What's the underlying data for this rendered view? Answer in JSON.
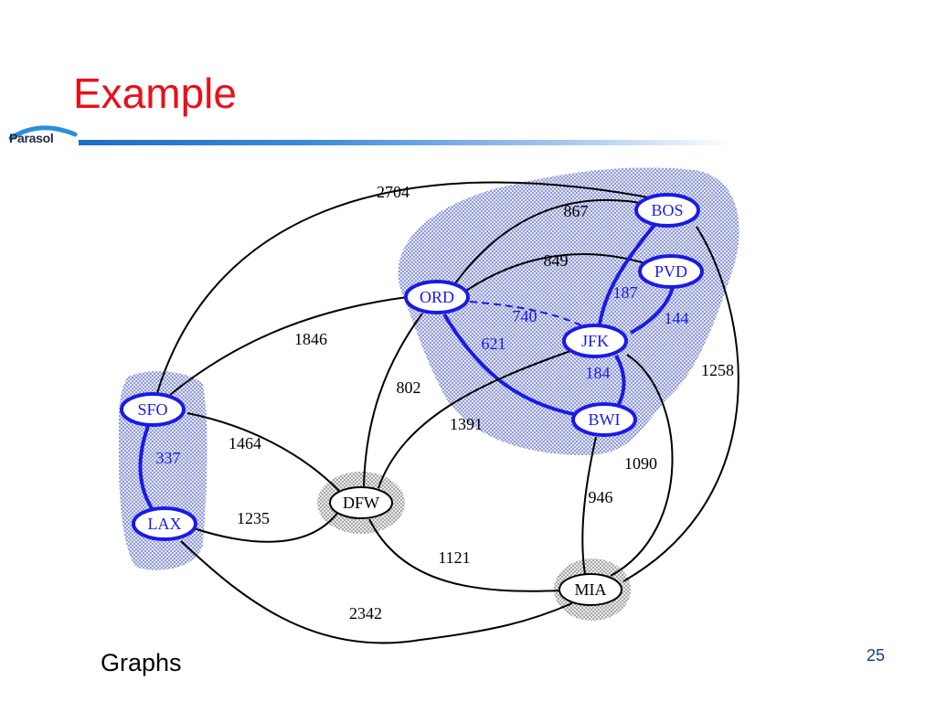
{
  "slide": {
    "title": "Example",
    "footer": "Graphs",
    "page_number": "25",
    "logo_text": "Parasol"
  },
  "colors": {
    "title": "#e8101a",
    "tree_edge": "#1a1ae6",
    "edge": "#000000",
    "cluster_fill": "#c5cbe8",
    "dfw_mia_fill": "#c8c8c8"
  },
  "graph": {
    "nodes": [
      {
        "id": "BOS",
        "label": "BOS",
        "highlighted": true
      },
      {
        "id": "PVD",
        "label": "PVD",
        "highlighted": true
      },
      {
        "id": "ORD",
        "label": "ORD",
        "highlighted": true
      },
      {
        "id": "JFK",
        "label": "JFK",
        "highlighted": true
      },
      {
        "id": "BWI",
        "label": "BWI",
        "highlighted": true
      },
      {
        "id": "SFO",
        "label": "SFO",
        "highlighted": true
      },
      {
        "id": "LAX",
        "label": "LAX",
        "highlighted": true
      },
      {
        "id": "DFW",
        "label": "DFW",
        "highlighted": false
      },
      {
        "id": "MIA",
        "label": "MIA",
        "highlighted": false
      }
    ],
    "edges": [
      {
        "from": "SFO",
        "to": "BOS",
        "weight": "2704",
        "style": "normal"
      },
      {
        "from": "ORD",
        "to": "BOS",
        "weight": "867",
        "style": "normal"
      },
      {
        "from": "ORD",
        "to": "PVD",
        "weight": "849",
        "style": "normal"
      },
      {
        "from": "BOS",
        "to": "JFK",
        "weight": "187",
        "style": "tree"
      },
      {
        "from": "PVD",
        "to": "JFK",
        "weight": "144",
        "style": "tree"
      },
      {
        "from": "ORD",
        "to": "JFK",
        "weight": "740",
        "style": "dashed"
      },
      {
        "from": "ORD",
        "to": "BWI",
        "weight": "621",
        "style": "tree"
      },
      {
        "from": "JFK",
        "to": "BWI",
        "weight": "184",
        "style": "tree"
      },
      {
        "from": "SFO",
        "to": "ORD",
        "weight": "1846",
        "style": "normal"
      },
      {
        "from": "ORD",
        "to": "DFW",
        "weight": "802",
        "style": "normal"
      },
      {
        "from": "JFK",
        "to": "DFW",
        "weight": "1391",
        "style": "normal"
      },
      {
        "from": "BOS",
        "to": "MIA",
        "weight": "1258",
        "style": "normal"
      },
      {
        "from": "JFK",
        "to": "MIA",
        "weight": "1090",
        "style": "normal"
      },
      {
        "from": "BWI",
        "to": "MIA",
        "weight": "946",
        "style": "normal"
      },
      {
        "from": "SFO",
        "to": "LAX",
        "weight": "337",
        "style": "tree"
      },
      {
        "from": "SFO",
        "to": "DFW",
        "weight": "1464",
        "style": "normal"
      },
      {
        "from": "LAX",
        "to": "DFW",
        "weight": "1235",
        "style": "normal"
      },
      {
        "from": "DFW",
        "to": "MIA",
        "weight": "1121",
        "style": "normal"
      },
      {
        "from": "LAX",
        "to": "MIA",
        "weight": "2342",
        "style": "normal"
      }
    ]
  }
}
